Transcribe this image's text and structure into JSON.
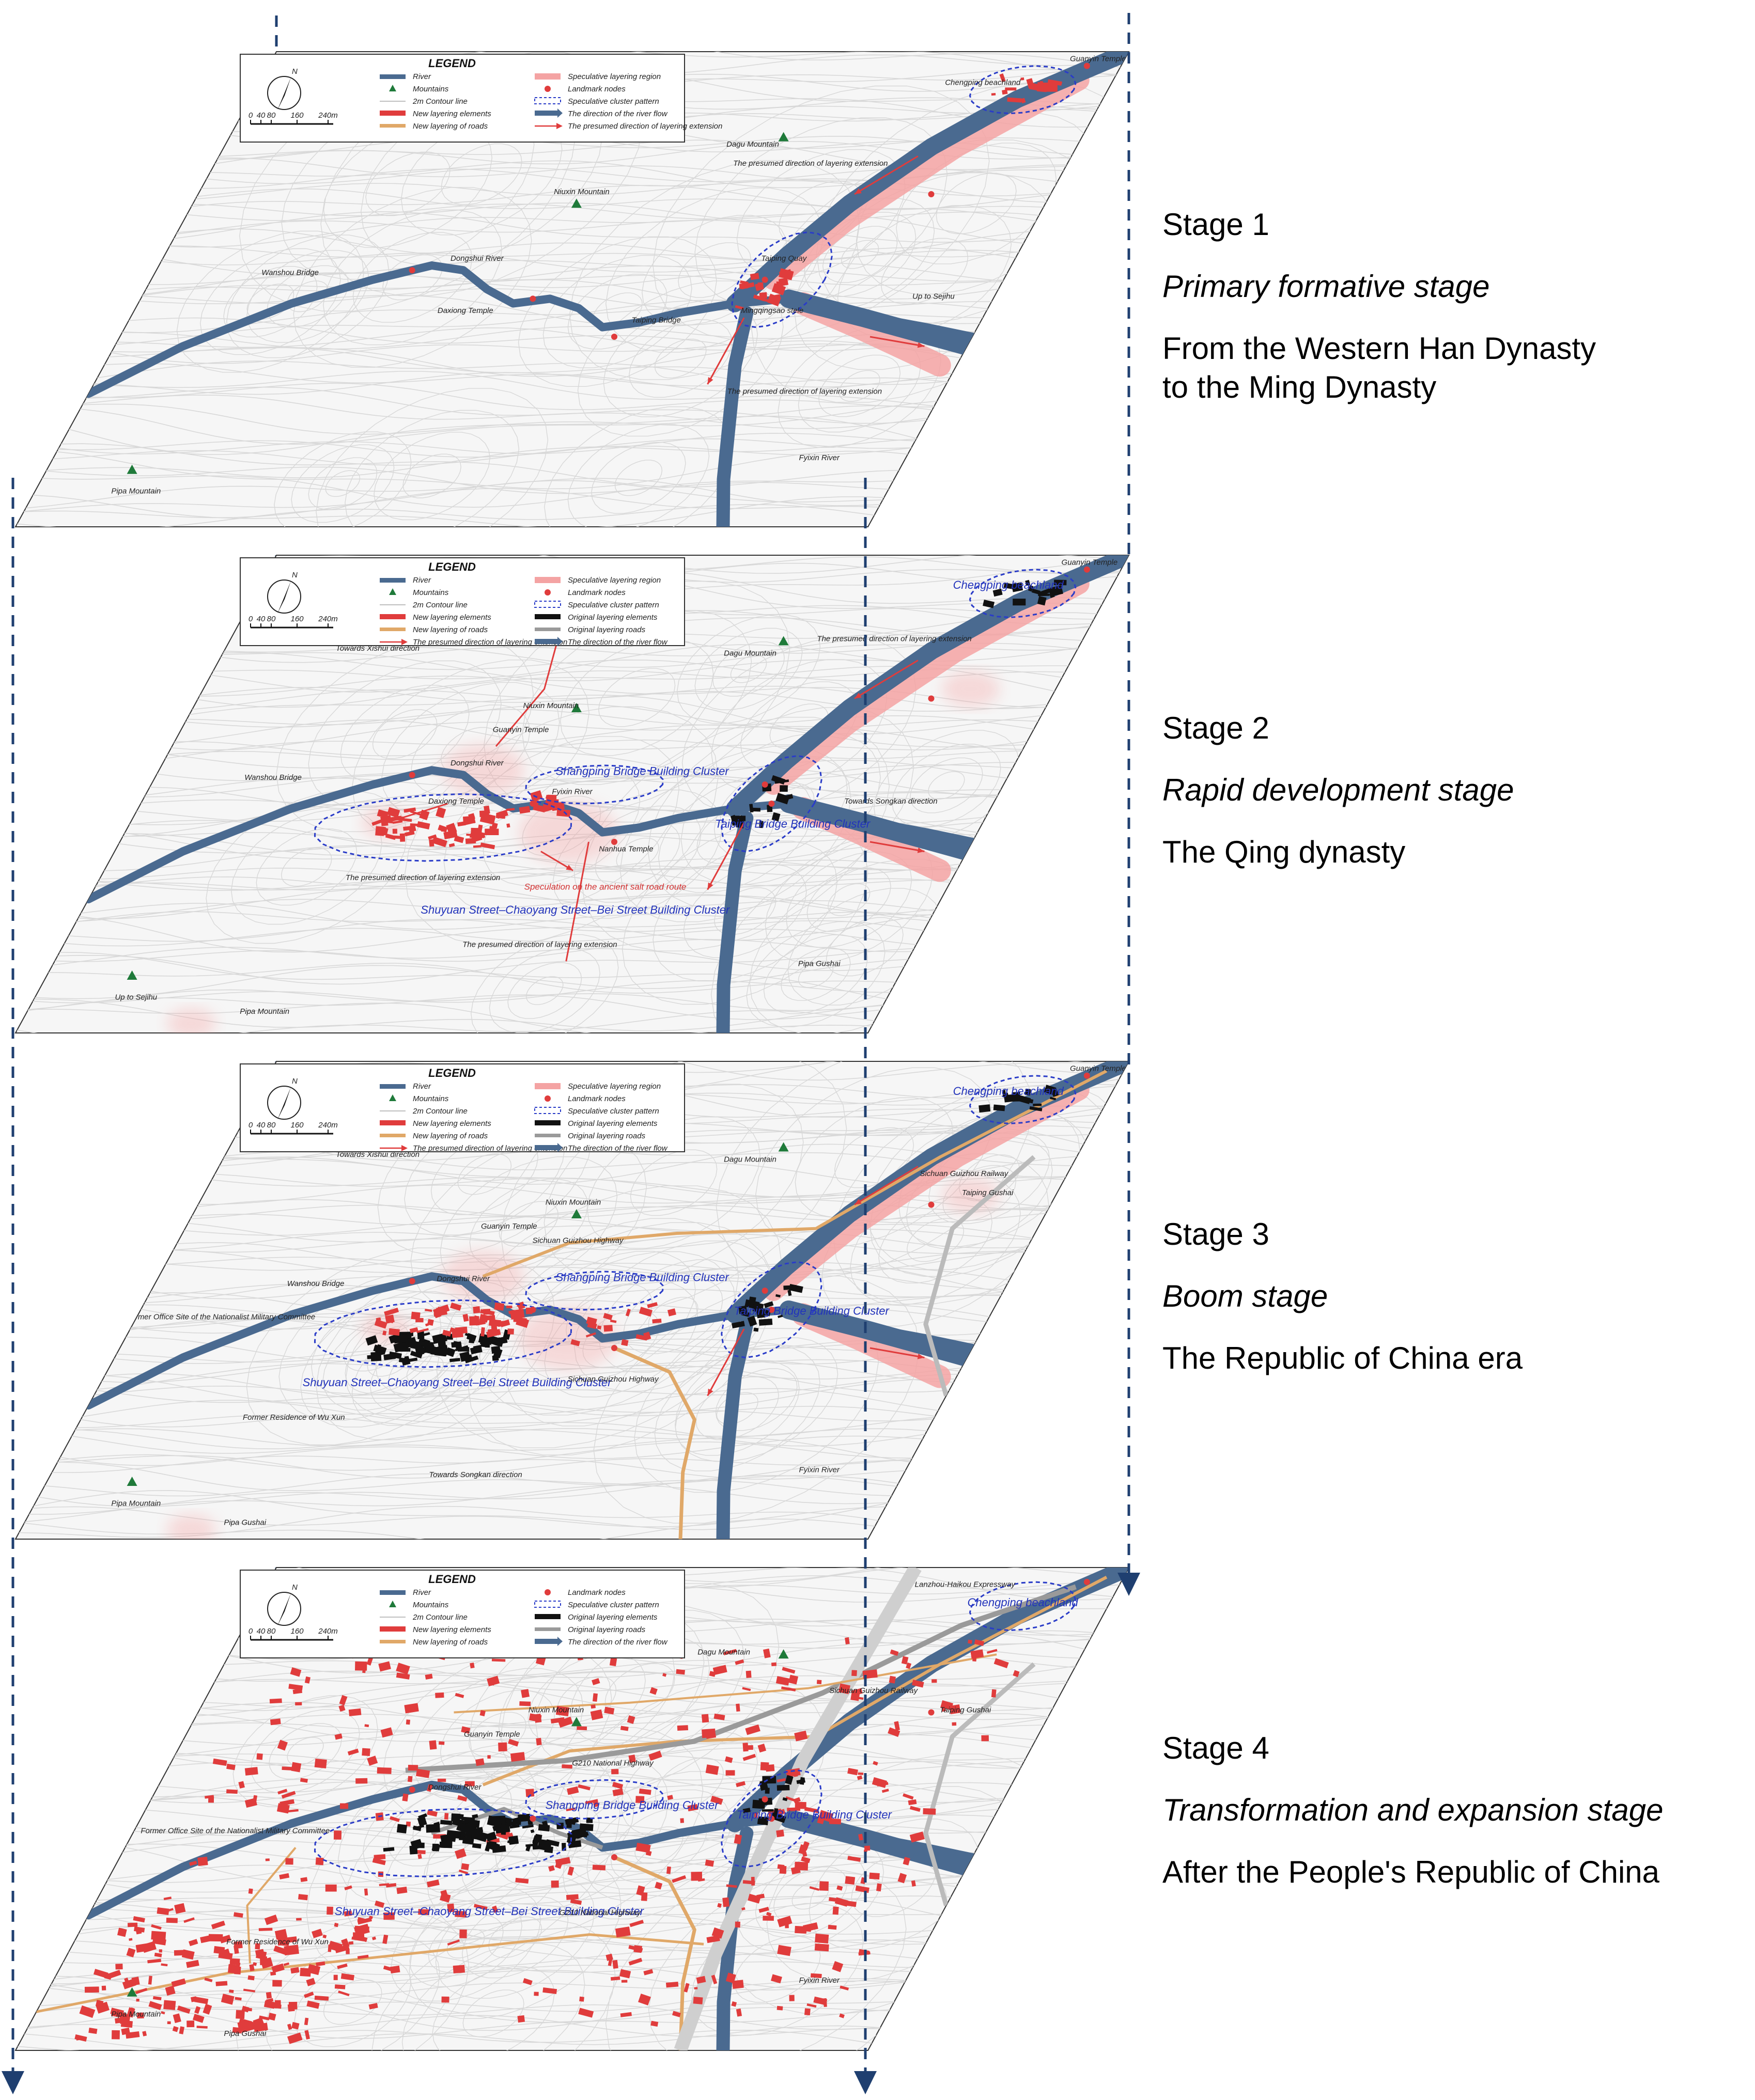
{
  "stages": [
    {
      "label": "Stage 1",
      "name": "Primary formative stage",
      "period_lines": [
        "From the Western Han Dynasty",
        "to the Ming Dynasty"
      ],
      "legend": {
        "title": "LEGEND",
        "items": [
          {
            "label": "River",
            "kind": "river"
          },
          {
            "label": "Speculative layering region",
            "kind": "region"
          },
          {
            "label": "Mountains",
            "kind": "mountain"
          },
          {
            "label": "Landmark nodes",
            "kind": "node"
          },
          {
            "label": "2m Contour line",
            "kind": "contour"
          },
          {
            "label": "Speculative cluster pattern",
            "kind": "cluster"
          },
          {
            "label": "New layering elements",
            "kind": "new-element"
          },
          {
            "label": "The direction of the river flow",
            "kind": "flow"
          },
          {
            "label": "New layering of roads",
            "kind": "new-road"
          },
          {
            "label": "The presumed direction of layering extension",
            "kind": "extension"
          }
        ]
      },
      "labels": [
        {
          "text": "Guanyin Temple",
          "kind": "normal"
        },
        {
          "text": "Chengping beachland",
          "kind": "normal"
        },
        {
          "text": "Dagu Mountain",
          "kind": "normal"
        },
        {
          "text": "Niuxin Mountain",
          "kind": "normal"
        },
        {
          "text": "The presumed direction of layering extension",
          "kind": "normal"
        },
        {
          "text": "Taiping Quay",
          "kind": "normal"
        },
        {
          "text": "Wanshou Bridge",
          "kind": "normal"
        },
        {
          "text": "Dongshui River",
          "kind": "normal"
        },
        {
          "text": "Taiping Bridge",
          "kind": "normal"
        },
        {
          "text": "Mingqingsao stele",
          "kind": "normal"
        },
        {
          "text": "Daxiong Temple",
          "kind": "normal"
        },
        {
          "text": "Up to Sejihu",
          "kind": "normal"
        },
        {
          "text": "The presumed direction of layering extension",
          "kind": "normal"
        },
        {
          "text": "Pipa Mountain",
          "kind": "normal"
        },
        {
          "text": "Fyixin River",
          "kind": "normal"
        }
      ]
    },
    {
      "label": "Stage 2",
      "name": "Rapid development stage",
      "period_lines": [
        "The Qing dynasty"
      ],
      "legend": {
        "title": "LEGEND",
        "items": [
          {
            "label": "River",
            "kind": "river"
          },
          {
            "label": "Speculative layering region",
            "kind": "region"
          },
          {
            "label": "Mountains",
            "kind": "mountain"
          },
          {
            "label": "Landmark nodes",
            "kind": "node"
          },
          {
            "label": "2m Contour line",
            "kind": "contour"
          },
          {
            "label": "Speculative cluster pattern",
            "kind": "cluster"
          },
          {
            "label": "New layering elements",
            "kind": "new-element"
          },
          {
            "label": "Original layering elements",
            "kind": "orig-element"
          },
          {
            "label": "New layering of roads",
            "kind": "new-road"
          },
          {
            "label": "Original layering roads",
            "kind": "orig-road"
          },
          {
            "label": "The presumed direction of layering extension",
            "kind": "extension"
          },
          {
            "label": "The direction of the river flow",
            "kind": "flow"
          }
        ]
      },
      "labels": [
        {
          "text": "Guanyin Temple",
          "kind": "normal"
        },
        {
          "text": "Chengping beachland",
          "kind": "blue"
        },
        {
          "text": "The presumed direction of layering extension",
          "kind": "normal"
        },
        {
          "text": "Dagu Mountain",
          "kind": "normal"
        },
        {
          "text": "Towards Xishui direction",
          "kind": "normal"
        },
        {
          "text": "Niuxin Mountain",
          "kind": "normal"
        },
        {
          "text": "Guanyin Temple",
          "kind": "normal"
        },
        {
          "text": "Dongshui River",
          "kind": "normal"
        },
        {
          "text": "Wanshou Bridge",
          "kind": "normal"
        },
        {
          "text": "Shangping Bridge Building Cluster",
          "kind": "blue"
        },
        {
          "text": "Taiping Bridge Building Cluster",
          "kind": "blue"
        },
        {
          "text": "Daxiong Temple",
          "kind": "normal"
        },
        {
          "text": "Nanhua Temple",
          "kind": "normal"
        },
        {
          "text": "The presumed direction of layering extension",
          "kind": "normal"
        },
        {
          "text": "Shuyuan Street–Chaoyang Street–Bei Street Building Cluster",
          "kind": "blue"
        },
        {
          "text": "Speculation on the ancient salt road route",
          "kind": "red"
        },
        {
          "text": "The presumed direction of layering extension",
          "kind": "normal"
        },
        {
          "text": "Towards Songkan direction",
          "kind": "normal"
        },
        {
          "text": "Up to Sejihu",
          "kind": "normal"
        },
        {
          "text": "Pipa Mountain",
          "kind": "normal"
        },
        {
          "text": "Pipa Gushai",
          "kind": "normal"
        },
        {
          "text": "Fyixin River",
          "kind": "normal"
        }
      ]
    },
    {
      "label": "Stage 3",
      "name": "Boom stage",
      "period_lines": [
        "The Republic of China era"
      ],
      "legend": {
        "title": "LEGEND",
        "items": [
          {
            "label": "River",
            "kind": "river"
          },
          {
            "label": "Speculative layering region",
            "kind": "region"
          },
          {
            "label": "Mountains",
            "kind": "mountain"
          },
          {
            "label": "Landmark nodes",
            "kind": "node"
          },
          {
            "label": "2m Contour line",
            "kind": "contour"
          },
          {
            "label": "Speculative cluster pattern",
            "kind": "cluster"
          },
          {
            "label": "New layering elements",
            "kind": "new-element"
          },
          {
            "label": "Original layering elements",
            "kind": "orig-element"
          },
          {
            "label": "New layering of roads",
            "kind": "new-road"
          },
          {
            "label": "Original layering roads",
            "kind": "orig-road"
          },
          {
            "label": "The presumed direction of layering extension",
            "kind": "extension"
          },
          {
            "label": "The direction of the river flow",
            "kind": "flow"
          }
        ]
      },
      "labels": [
        {
          "text": "Guanyin Temple",
          "kind": "normal"
        },
        {
          "text": "Chengping beachland",
          "kind": "blue"
        },
        {
          "text": "Towards Xishui direction",
          "kind": "normal"
        },
        {
          "text": "Dagu Mountain",
          "kind": "normal"
        },
        {
          "text": "Sichuan Guizhou Railway",
          "kind": "normal"
        },
        {
          "text": "Taiping Gushai",
          "kind": "normal"
        },
        {
          "text": "Niuxin Mountain",
          "kind": "normal"
        },
        {
          "text": "Guanyin Temple",
          "kind": "normal"
        },
        {
          "text": "Sichuan Guizhou Highway",
          "kind": "normal"
        },
        {
          "text": "Dongshui River",
          "kind": "normal"
        },
        {
          "text": "Shangping Bridge Building Cluster",
          "kind": "blue"
        },
        {
          "text": "Taiping Bridge Building Cluster",
          "kind": "blue"
        },
        {
          "text": "Wanshou Bridge",
          "kind": "normal"
        },
        {
          "text": "Former Office Site of the Nationalist Military Committee",
          "kind": "normal"
        },
        {
          "text": "Shuyuan Street–Chaoyang Street–Bei Street Building Cluster",
          "kind": "blue"
        },
        {
          "text": "Sichuan Guizhou Highway",
          "kind": "normal"
        },
        {
          "text": "Former Residence of Wu Xun",
          "kind": "normal"
        },
        {
          "text": "Towards Songkan direction",
          "kind": "normal"
        },
        {
          "text": "Pipa Mountain",
          "kind": "normal"
        },
        {
          "text": "Pipa Gushai",
          "kind": "normal"
        },
        {
          "text": "Fyixin River",
          "kind": "normal"
        }
      ]
    },
    {
      "label": "Stage 4",
      "name": "Transformation and expansion stage",
      "period_lines": [
        "After the People's Republic of China"
      ],
      "legend": {
        "title": "LEGEND",
        "items": [
          {
            "label": "River",
            "kind": "river"
          },
          {
            "label": "Landmark nodes",
            "kind": "node"
          },
          {
            "label": "Mountains",
            "kind": "mountain"
          },
          {
            "label": "Speculative cluster pattern",
            "kind": "cluster"
          },
          {
            "label": "2m Contour line",
            "kind": "contour"
          },
          {
            "label": "Original layering elements",
            "kind": "orig-element"
          },
          {
            "label": "New layering elements",
            "kind": "new-element"
          },
          {
            "label": "Original layering roads",
            "kind": "orig-road"
          },
          {
            "label": "New layering of roads",
            "kind": "new-road"
          },
          {
            "label": "The direction of the river flow",
            "kind": "flow"
          }
        ]
      },
      "labels": [
        {
          "text": "Lanzhou-Haikou Expressway",
          "kind": "normal"
        },
        {
          "text": "Chengping beachland",
          "kind": "blue"
        },
        {
          "text": "Dagu Mountain",
          "kind": "normal"
        },
        {
          "text": "Sichuan Guizhou Railway",
          "kind": "normal"
        },
        {
          "text": "Taiping Gushai",
          "kind": "normal"
        },
        {
          "text": "Niuxin Mountain",
          "kind": "normal"
        },
        {
          "text": "Guanyin Temple",
          "kind": "normal"
        },
        {
          "text": "G210 National Highway",
          "kind": "normal"
        },
        {
          "text": "Dongshui River",
          "kind": "normal"
        },
        {
          "text": "Shangping Bridge Building Cluster",
          "kind": "blue"
        },
        {
          "text": "Taiping Bridge Building Cluster",
          "kind": "blue"
        },
        {
          "text": "Former Office Site of the Nationalist Military Committee",
          "kind": "normal"
        },
        {
          "text": "Shuyuan Street–Chaoyang Street–Bei Street Building Cluster",
          "kind": "blue"
        },
        {
          "text": "G210 National Highway",
          "kind": "normal"
        },
        {
          "text": "Former Residence of Wu Xun",
          "kind": "normal"
        },
        {
          "text": "Pipa Mountain",
          "kind": "normal"
        },
        {
          "text": "Pipa Gushai",
          "kind": "normal"
        },
        {
          "text": "Fyixin River",
          "kind": "normal"
        }
      ]
    }
  ],
  "scale_bar": {
    "ticks": [
      "0",
      "40",
      "80",
      "160",
      "240m"
    ],
    "north": "N"
  },
  "colors": {
    "river": "#4a6a90",
    "region": "#f4a3a3",
    "new_element": "#e03c3c",
    "original_element": "#111111",
    "new_road": "#e0a868",
    "original_road": "#9a9a9a",
    "cluster": "#2a3cc8",
    "mountain": "#1f7a3a",
    "connector": "#1f3f70",
    "terrain": "#d8d8d8",
    "plane": "#f6f6f6"
  }
}
